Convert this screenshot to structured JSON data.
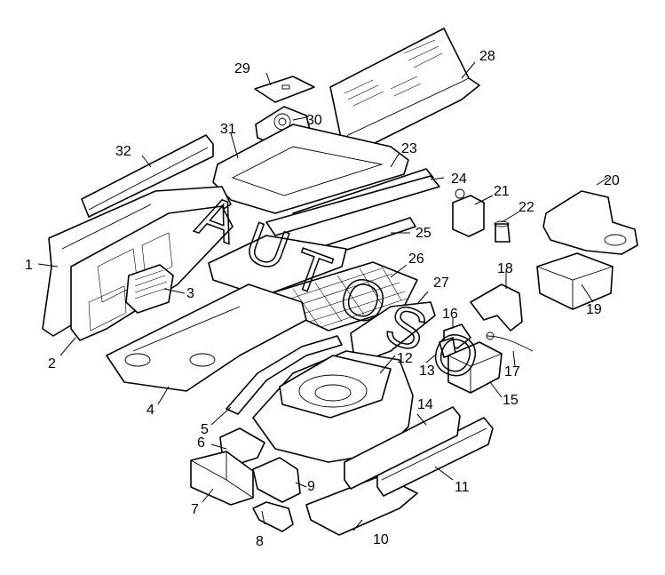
{
  "diagram": {
    "callouts": [
      "1",
      "2",
      "3",
      "4",
      "5",
      "6",
      "7",
      "8",
      "9",
      "10",
      "11",
      "12",
      "13",
      "14",
      "15",
      "16",
      "17",
      "18",
      "19",
      "20",
      "21",
      "22",
      "23",
      "24",
      "25",
      "26",
      "27",
      "28",
      "29",
      "30",
      "31",
      "32"
    ]
  },
  "colors": {
    "line": "#000000",
    "fill": "#ffffff",
    "shade": "#d9d9d9"
  },
  "watermark": "AUTOSO"
}
